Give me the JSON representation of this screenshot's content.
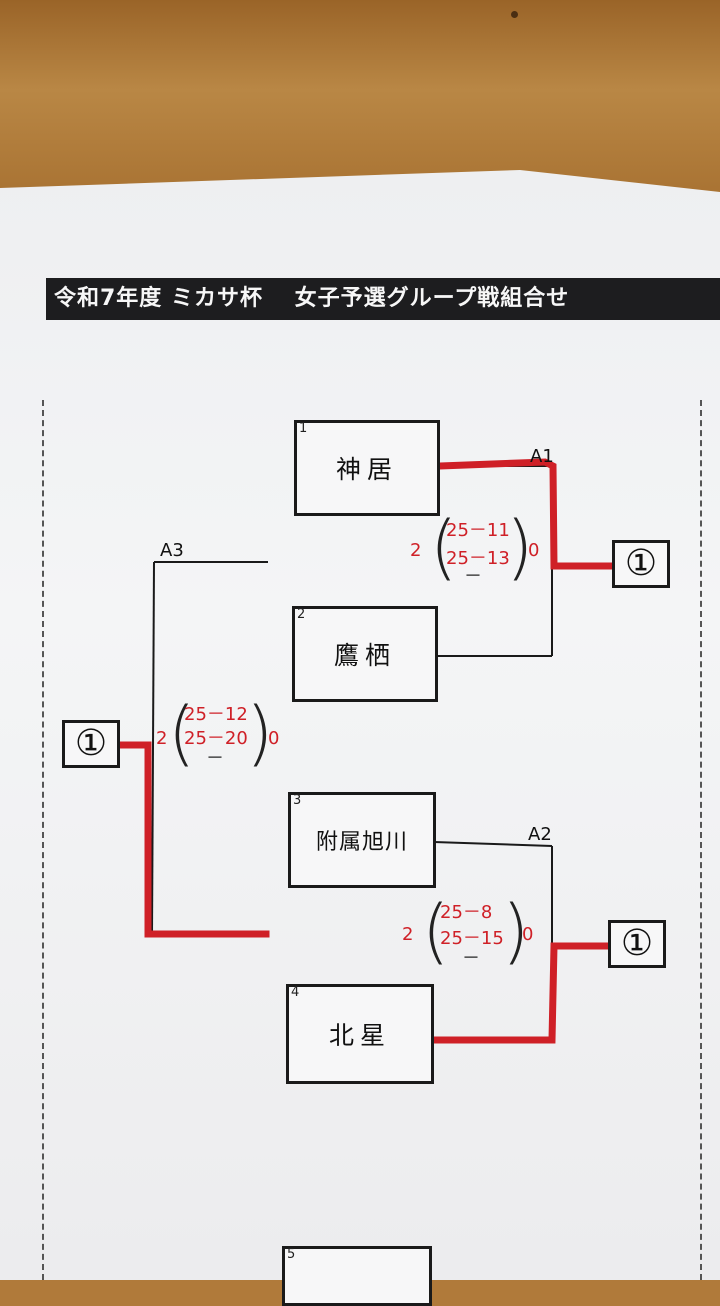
{
  "title": "令和7年度 ミカサ杯　 女子予選グループ戦組合せ",
  "teams": [
    {
      "num": "1",
      "name": "神居"
    },
    {
      "num": "2",
      "name": "鷹栖"
    },
    {
      "num": "3",
      "name": "附属旭川"
    },
    {
      "num": "4",
      "name": "北星"
    },
    {
      "num": "5",
      "name": ""
    }
  ],
  "matches": {
    "a1": {
      "label": "A1",
      "winner_sets": "2",
      "loser_sets": "0",
      "set1": "25－11",
      "set2": "25－13",
      "set3": "－",
      "result": "①"
    },
    "a2": {
      "label": "A2",
      "winner_sets": "2",
      "loser_sets": "0",
      "set1": "25－8",
      "set2": "25－15",
      "set3": "－",
      "result": "①"
    },
    "a3": {
      "label": "A3",
      "winner_sets": "2",
      "loser_sets": "0",
      "set1": "25－12",
      "set2": "25－20",
      "set3": "－",
      "result": "①"
    }
  },
  "colors": {
    "winner_line": "#cf2027",
    "bracket_line": "#1a1a1a"
  }
}
